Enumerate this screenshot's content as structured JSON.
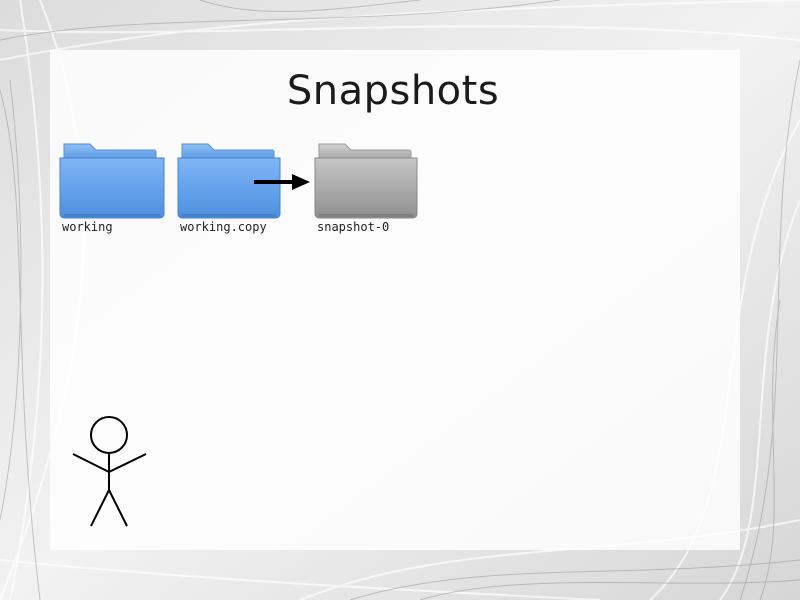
{
  "slide": {
    "title": "Snapshots"
  },
  "folders": [
    {
      "label": "working",
      "color": "#6aa8f0"
    },
    {
      "label": "working.copy",
      "color": "#6aa8f0"
    },
    {
      "label": "snapshot-0",
      "color": "#b4b4b4"
    }
  ],
  "icons": {
    "arrow": "right-arrow-icon",
    "person": "stick-figure-icon"
  },
  "colors": {
    "folder_blue": "#6aa8f0",
    "folder_gray": "#b4b4b4",
    "text": "#1b1b1b"
  }
}
